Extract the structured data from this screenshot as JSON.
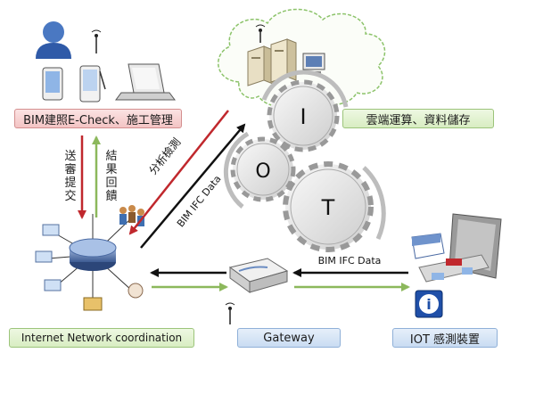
{
  "labels": {
    "bim_check": "BIM建照E-Check、施工管理",
    "cloud": "雲端運算、資料儲存",
    "network": "Internet Network coordination",
    "gateway": "Gateway",
    "iot": "IOT 感測裝置",
    "submit": "送審提交",
    "feedback": "結果回饋",
    "analysis": "分析檢測",
    "bim_ifc_1": "BIM IFC Data",
    "bim_ifc_2": "BIM IFC Data",
    "gear_i": "I",
    "gear_o": "O",
    "gear_t": "T",
    "info_glyph": "i"
  },
  "colors": {
    "pink_border": "#d48f8f",
    "green_border": "#9cc47a",
    "blue_border": "#8fb0d8",
    "arrow_red": "#c0282d",
    "arrow_green": "#8cb85c",
    "arrow_black": "#111111",
    "gear_fill": "#e9e9e9",
    "cloud_stroke": "#8cc36a"
  },
  "icons": [
    "user-icon",
    "antenna-icon",
    "smartphone-icon",
    "pda-icon",
    "laptop-icon",
    "server-icon",
    "monitor-icon",
    "hub-icon",
    "router-icon",
    "factory-icon",
    "info-icon",
    "people-icon"
  ]
}
